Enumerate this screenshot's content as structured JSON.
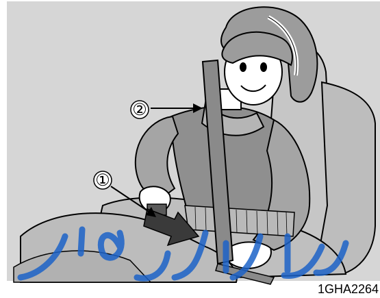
{
  "illustration": {
    "callouts": [
      {
        "label": "②"
      },
      {
        "label": "①"
      }
    ],
    "figure_code": "1GHA2264",
    "colors": {
      "background": "#d6d6d6",
      "seat": "#c4c4c4",
      "shirt": "#9a9a9a",
      "belt": "#8a8a8a",
      "skin": "#ffffff",
      "hair": "#9c9c9c",
      "outline": "#000000",
      "watermark": "#1d63c8"
    }
  }
}
